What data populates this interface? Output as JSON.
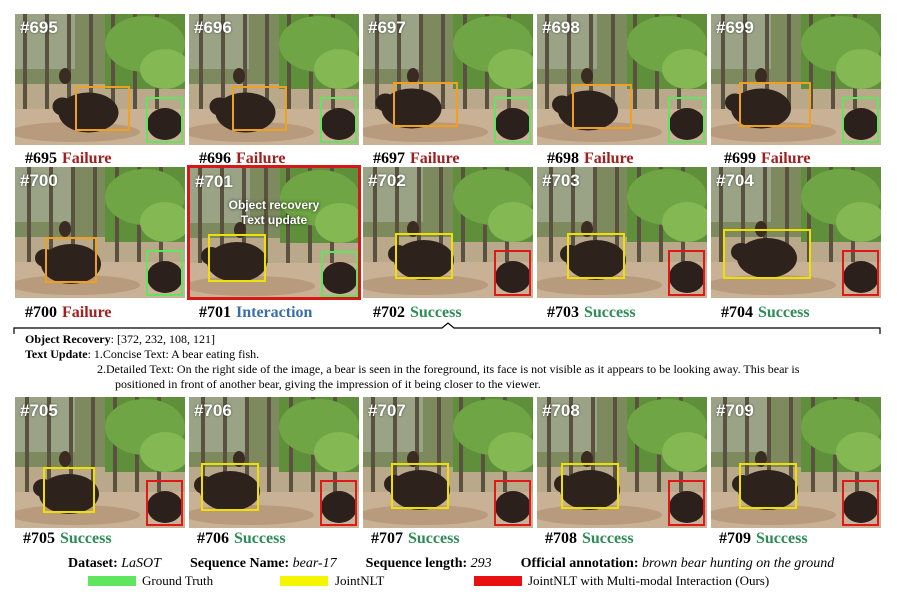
{
  "colors": {
    "failure": "#a01e1e",
    "interaction": "#3a6fa5",
    "success": "#2e8b57",
    "ground_truth": "#5ee65e",
    "jointnlt": "#f5f500",
    "ours": "#e81010"
  },
  "rows": [
    {
      "frames": [
        {
          "number": "#695",
          "caption_num": "#695",
          "status": "Failure",
          "status_type": "failure",
          "tracker_box": "orange",
          "gt_box": "green"
        },
        {
          "number": "#696",
          "caption_num": "#696",
          "status": "Failure",
          "status_type": "failure",
          "tracker_box": "orange",
          "gt_box": "green"
        },
        {
          "number": "#697",
          "caption_num": "#697",
          "status": "Failure",
          "status_type": "failure",
          "tracker_box": "orange",
          "gt_box": "green"
        },
        {
          "number": "#698",
          "caption_num": "#698",
          "status": "Failure",
          "status_type": "failure",
          "tracker_box": "orange",
          "gt_box": "green"
        },
        {
          "number": "#699",
          "caption_num": "#699",
          "status": "Failure",
          "status_type": "failure",
          "tracker_box": "orange",
          "gt_box": "green"
        }
      ]
    },
    {
      "frames": [
        {
          "number": "#700",
          "caption_num": "#700",
          "status": "Failure",
          "status_type": "failure",
          "tracker_box": "orange",
          "gt_box": "green"
        },
        {
          "number": "#701",
          "caption_num": "#701",
          "status": "Interaction",
          "status_type": "interaction",
          "tracker_box": "yellow",
          "gt_box": "green",
          "overlay": [
            "Object recovery",
            "Text update"
          ]
        },
        {
          "number": "#702",
          "caption_num": "#702",
          "status": "Success",
          "status_type": "success",
          "tracker_box": "yellow",
          "gt_box": "red"
        },
        {
          "number": "#703",
          "caption_num": "#703",
          "status": "Success",
          "status_type": "success",
          "tracker_box": "yellow",
          "gt_box": "red"
        },
        {
          "number": "#704",
          "caption_num": "#704",
          "status": "Success",
          "status_type": "success",
          "tracker_box": "yellow",
          "gt_box": "red"
        }
      ]
    },
    {
      "frames": [
        {
          "number": "#705",
          "caption_num": "#705",
          "status": "Success",
          "status_type": "success",
          "tracker_box": "yellow",
          "gt_box": "red"
        },
        {
          "number": "#706",
          "caption_num": "#706",
          "status": "Success",
          "status_type": "success",
          "tracker_box": "yellow",
          "gt_box": "red"
        },
        {
          "number": "#707",
          "caption_num": "#707",
          "status": "Success",
          "status_type": "success",
          "tracker_box": "yellow",
          "gt_box": "red"
        },
        {
          "number": "#708",
          "caption_num": "#708",
          "status": "Success",
          "status_type": "success",
          "tracker_box": "yellow",
          "gt_box": "red"
        },
        {
          "number": "#709",
          "caption_num": "#709",
          "status": "Success",
          "status_type": "success",
          "tracker_box": "yellow",
          "gt_box": "red"
        }
      ]
    }
  ],
  "interaction_info": {
    "recovery_label": "Object Recovery",
    "recovery_value": ": [372, 232, 108, 121]",
    "text_update_label": "Text Update",
    "concise": ": 1.Concise Text: A bear eating fish.",
    "detailed_1": "2.Detailed Text: On the right side of the image, a bear is seen in the foreground, its face is not visible as it appears to be looking away. This bear is",
    "detailed_2": "positioned in front of another bear, giving the impression of it being closer to the viewer."
  },
  "meta": {
    "dataset_label": "Dataset:",
    "dataset_value": "LaSOT",
    "seq_name_label": "Sequence Name:",
    "seq_name_value": "bear-17",
    "seq_len_label": "Sequence length:",
    "seq_len_value": "293",
    "annotation_label": "Official annotation:",
    "annotation_value": "brown bear hunting on the ground"
  },
  "legend": [
    {
      "label": "Ground Truth",
      "color": "#5ee65e"
    },
    {
      "label": "JointNLT",
      "color": "#f5f500"
    },
    {
      "label": "JointNLT with Multi-modal Interaction (Ours)",
      "color": "#e81010"
    }
  ]
}
